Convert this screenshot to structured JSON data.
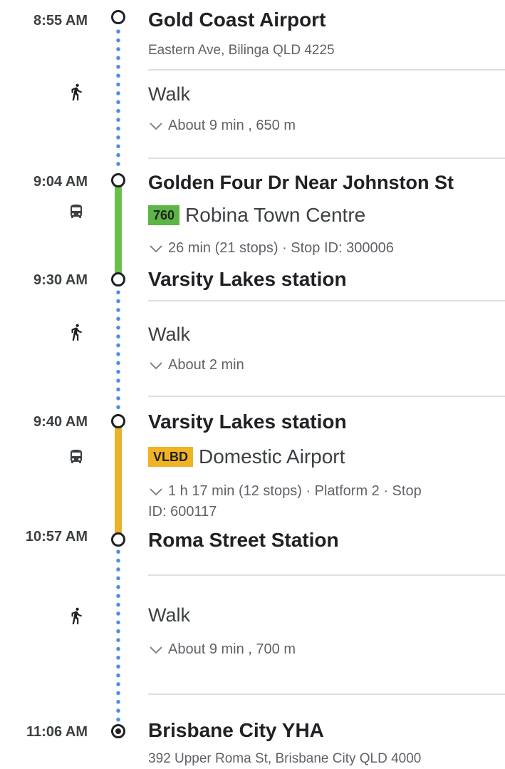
{
  "colors": {
    "walk_dots": "#4a90e2",
    "bus_line": "#6abf4b",
    "train_line": "#e8b22a",
    "bus_badge_bg": "#5cb545",
    "train_badge_bg": "#f0b323"
  },
  "segments": {
    "origin": {
      "time": "8:55 AM",
      "name": "Gold Coast Airport",
      "address": "Eastern Ave, Bilinga QLD 4225"
    },
    "walk1": {
      "icon": "walking-person-icon",
      "label": "Walk",
      "detail": "About 9 min , 650 m"
    },
    "bus": {
      "depart_time": "9:04 AM",
      "depart_stop": "Golden Four Dr Near Johnston St",
      "icon": "bus-icon",
      "route_code": "760",
      "route_destination": "Robina Town Centre",
      "detail": "26 min (21 stops) · Stop ID: 300006",
      "arrive_time": "9:30 AM",
      "arrive_stop": "Varsity Lakes station"
    },
    "walk2": {
      "icon": "walking-person-icon",
      "label": "Walk",
      "detail": "About 2 min"
    },
    "train": {
      "depart_time": "9:40 AM",
      "depart_stop": "Varsity Lakes station",
      "icon": "train-icon",
      "route_code": "VLBD",
      "route_destination": "Domestic Airport",
      "detail_line1": "1 h 17 min (12 stops) · Platform 2 · Stop",
      "detail_line2": "ID: 600117",
      "arrive_time": "10:57 AM",
      "arrive_stop": "Roma Street Station"
    },
    "walk3": {
      "icon": "walking-person-icon",
      "label": "Walk",
      "detail": "About 9 min , 700 m"
    },
    "destination": {
      "time": "11:06 AM",
      "name": "Brisbane City YHA",
      "address": "392 Upper Roma St, Brisbane City QLD 4000"
    }
  }
}
